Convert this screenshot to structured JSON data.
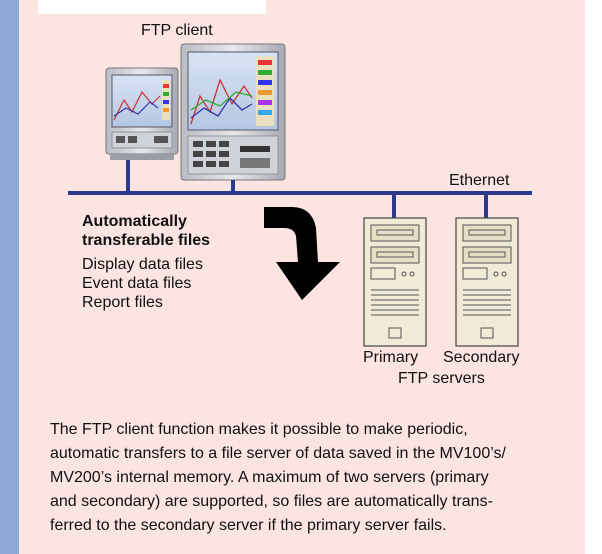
{
  "labels": {
    "ftp_client": "FTP client",
    "ethernet": "Ethernet",
    "files_title_line1": "Automatically",
    "files_title_line2": "transferable files",
    "file_types": [
      "Display data files",
      "Event data files",
      "Report files"
    ],
    "primary": "Primary",
    "secondary": "Secondary",
    "ftp_servers": "FTP servers"
  },
  "description": "The FTP client function makes it possible to make periodic,\nautomatic transfers to a file server of data saved in the MV100’s/\nMV200’s internal memory.  A maximum of two servers (primary\nand secondary) are supported, so files are automatically trans-\nferred to the secondary server if the primary server fails.",
  "colors": {
    "background": "#fbe4e2",
    "left_bar": "#8ea8d8",
    "network_line": "#2b3a8c",
    "arrow": "#000000"
  }
}
